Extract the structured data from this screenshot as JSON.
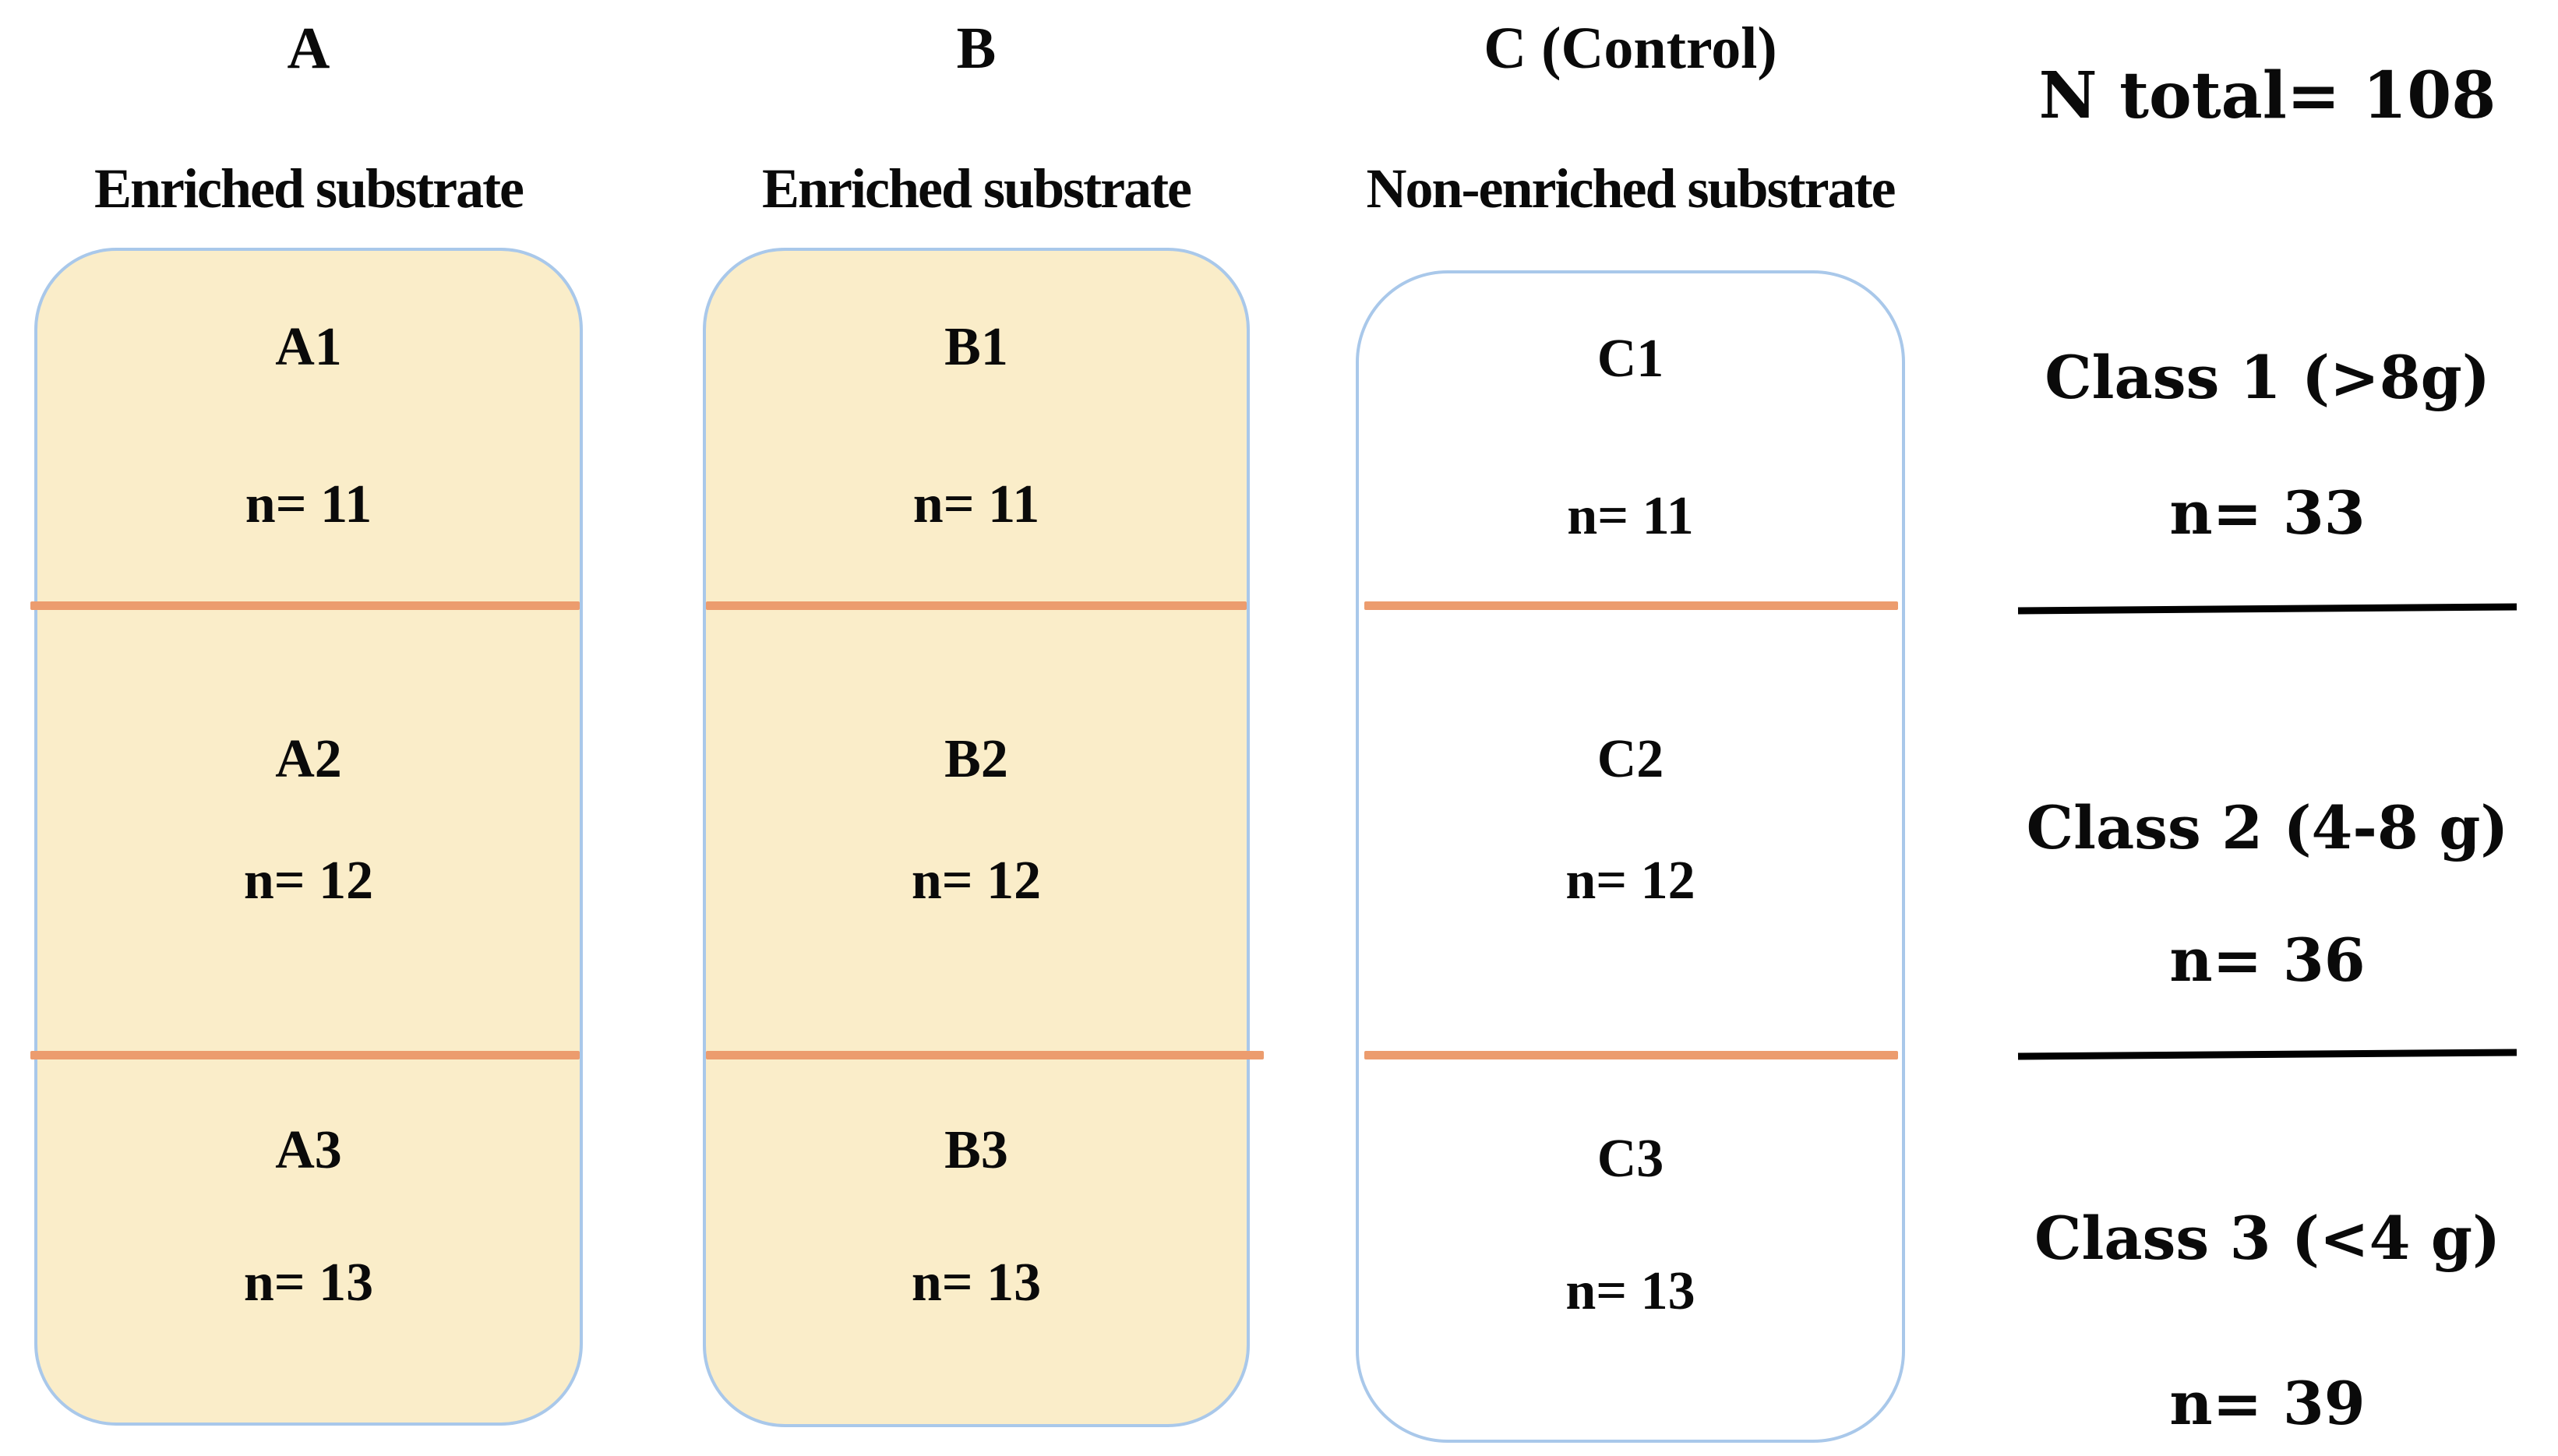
{
  "figure": {
    "description": "Experimental design diagram: three substrate treatment groups split into three weight classes"
  },
  "columns": [
    {
      "title": "A",
      "subtitle": "Enriched substrate",
      "enriched": true,
      "segments": [
        {
          "label": "A1",
          "n": "n= 11"
        },
        {
          "label": "A2",
          "n": "n= 12"
        },
        {
          "label": "A3",
          "n": "n= 13"
        }
      ]
    },
    {
      "title": "B",
      "subtitle": "Enriched substrate",
      "enriched": true,
      "segments": [
        {
          "label": "B1",
          "n": "n= 11"
        },
        {
          "label": "B2",
          "n": "n= 12"
        },
        {
          "label": "B3",
          "n": "n= 13"
        }
      ]
    },
    {
      "title": "C (Control)",
      "subtitle": "Non-enriched substrate",
      "enriched": false,
      "segments": [
        {
          "label": "C1",
          "n": "n= 11"
        },
        {
          "label": "C2",
          "n": "n= 12"
        },
        {
          "label": "C3",
          "n": "n= 13"
        }
      ]
    }
  ],
  "summary": {
    "total": "N total= 108",
    "classes": [
      {
        "label": "Class 1 (>8g)",
        "n": "n= 33"
      },
      {
        "label": "Class 2 (4-8 g)",
        "n": "n= 36"
      },
      {
        "label": "Class 3 (<4 g)",
        "n": "n= 39"
      }
    ]
  },
  "colors": {
    "box_fill_enriched": "#FAEDC9",
    "box_fill_control": "#FFFFFF",
    "box_border": "#A9C8EA",
    "divider_orange": "#EC9C6E",
    "separator_black": "#000000",
    "text": "#0A0A0A"
  }
}
